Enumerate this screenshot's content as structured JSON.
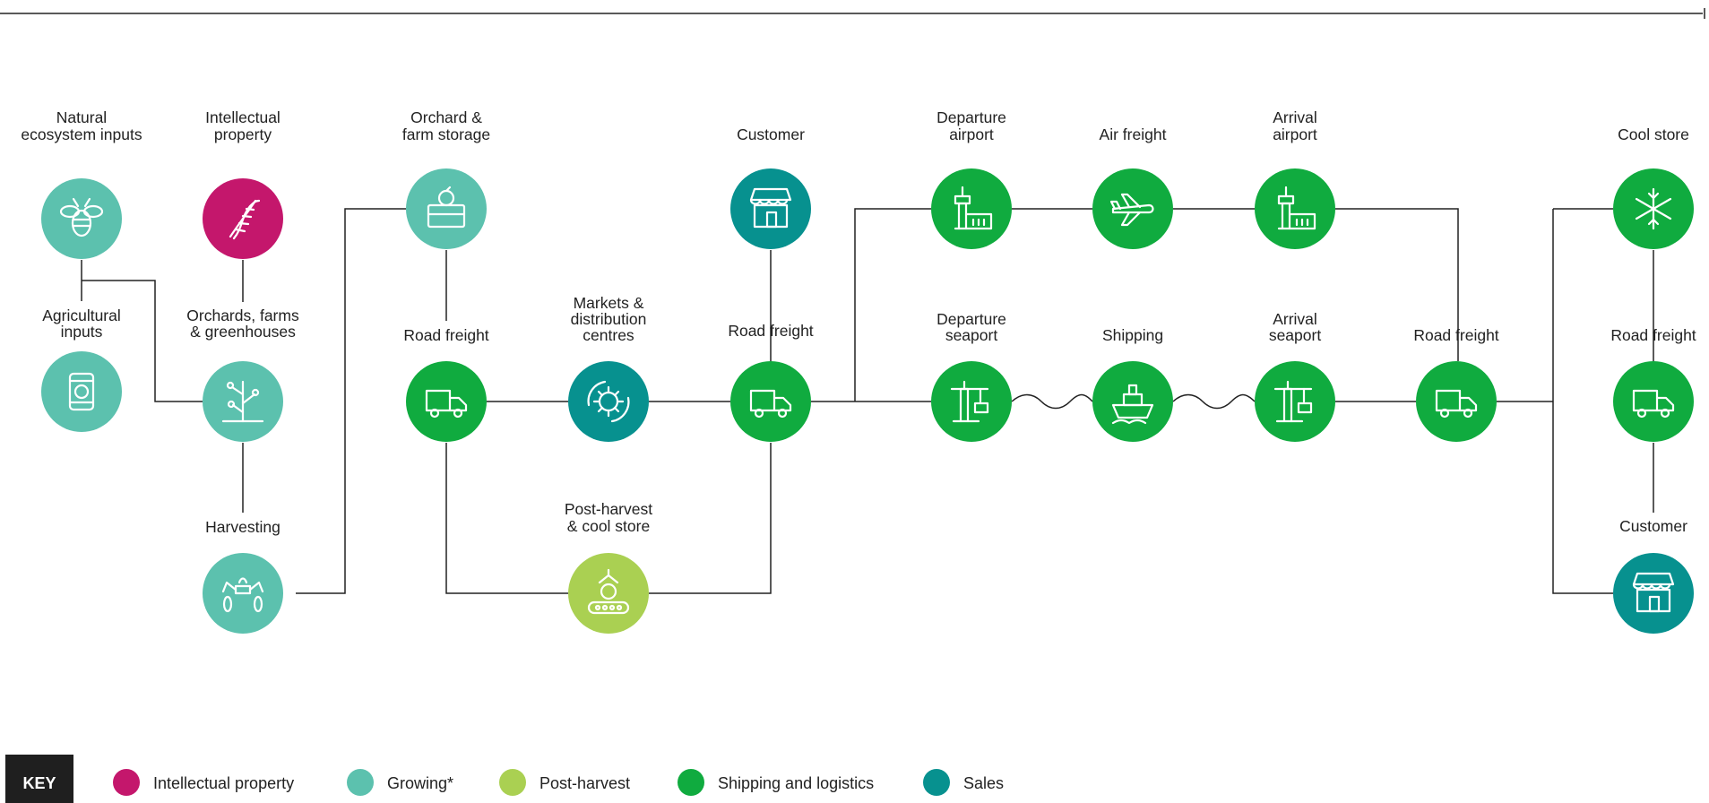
{
  "colors": {
    "ip": "#c4176c",
    "growing": "#5cc1ae",
    "postharvest": "#aad052",
    "shipping": "#10ab3f",
    "sales": "#07918f",
    "line": "#222222"
  },
  "nodes": {
    "natural": {
      "label": [
        "Natural",
        "ecosystem inputs"
      ],
      "category": "growing",
      "icon": "bee-icon"
    },
    "agri": {
      "label": [
        "Agricultural",
        "inputs"
      ],
      "category": "growing",
      "icon": "seed-bag-icon"
    },
    "ip": {
      "label": [
        "Intellectual",
        "property"
      ],
      "category": "ip",
      "icon": "dna-icon"
    },
    "orchards": {
      "label": [
        "Orchards, farms",
        "& greenhouses"
      ],
      "category": "growing",
      "icon": "plant-icon"
    },
    "harvesting": {
      "label": [
        "Harvesting"
      ],
      "category": "growing",
      "icon": "harvest-robot-icon"
    },
    "farmstore": {
      "label": [
        "Orchard &",
        "farm storage"
      ],
      "category": "growing",
      "icon": "fruit-crate-icon"
    },
    "road1": {
      "label": [
        "Road freight"
      ],
      "category": "shipping",
      "icon": "truck-icon"
    },
    "markets": {
      "label": [
        "Markets &",
        "distribution",
        "centres"
      ],
      "category": "sales",
      "icon": "gear-cycle-icon"
    },
    "postharvest": {
      "label": [
        "Post-harvest",
        "& cool store"
      ],
      "category": "postharvest",
      "icon": "conveyor-icon"
    },
    "customer1": {
      "label": [
        "Customer"
      ],
      "category": "sales",
      "icon": "shop-icon"
    },
    "road2": {
      "label": [
        "Road freight"
      ],
      "category": "shipping",
      "icon": "truck-icon"
    },
    "depairport": {
      "label": [
        "Departure",
        "airport"
      ],
      "category": "shipping",
      "icon": "airport-tower-icon"
    },
    "airfreight": {
      "label": [
        "Air freight"
      ],
      "category": "shipping",
      "icon": "airplane-icon"
    },
    "arrairport": {
      "label": [
        "Arrival",
        "airport"
      ],
      "category": "shipping",
      "icon": "airport-tower-icon"
    },
    "depseaport": {
      "label": [
        "Departure",
        "seaport"
      ],
      "category": "shipping",
      "icon": "port-crane-icon"
    },
    "shipping": {
      "label": [
        "Shipping"
      ],
      "category": "shipping",
      "icon": "ship-icon"
    },
    "arrseaport": {
      "label": [
        "Arrival",
        "seaport"
      ],
      "category": "shipping",
      "icon": "port-crane-icon"
    },
    "road3": {
      "label": [
        "Road freight"
      ],
      "category": "shipping",
      "icon": "truck-icon"
    },
    "coolstore": {
      "label": [
        "Cool store"
      ],
      "category": "shipping",
      "icon": "snowflake-icon"
    },
    "road4": {
      "label": [
        "Road freight"
      ],
      "category": "shipping",
      "icon": "truck-icon"
    },
    "customer2": {
      "label": [
        "Customer"
      ],
      "category": "sales",
      "icon": "shop-icon"
    }
  },
  "key": {
    "title": "KEY",
    "items": [
      {
        "label": "Intellectual property",
        "category": "ip"
      },
      {
        "label": "Growing*",
        "category": "growing"
      },
      {
        "label": "Post-harvest",
        "category": "postharvest"
      },
      {
        "label": "Shipping and logistics",
        "category": "shipping"
      },
      {
        "label": "Sales",
        "category": "sales"
      }
    ]
  }
}
